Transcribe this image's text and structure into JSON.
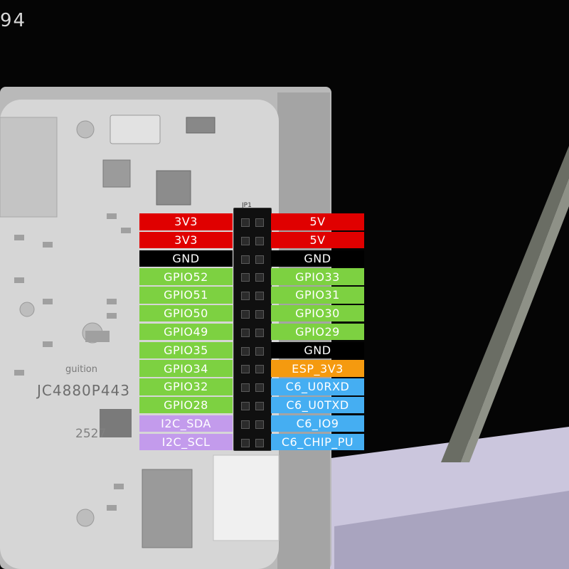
{
  "corner_text": "94",
  "board": {
    "brand": "guition",
    "model": "JC4880P443",
    "stamp": "2527"
  },
  "header": {
    "name": "JP1"
  },
  "colors": {
    "power": "#e00000",
    "ground": "#000000",
    "gpio": "#7dd141",
    "i2c": "#c39bec",
    "esp": "#f59a0f",
    "c6": "#45aef2"
  },
  "left_pins": [
    {
      "label": "3V3",
      "type": "power"
    },
    {
      "label": "3V3",
      "type": "power"
    },
    {
      "label": "GND",
      "type": "ground"
    },
    {
      "label": "GPIO52",
      "type": "gpio"
    },
    {
      "label": "GPIO51",
      "type": "gpio"
    },
    {
      "label": "GPIO50",
      "type": "gpio"
    },
    {
      "label": "GPIO49",
      "type": "gpio"
    },
    {
      "label": "GPIO35",
      "type": "gpio"
    },
    {
      "label": "GPIO34",
      "type": "gpio"
    },
    {
      "label": "GPIO32",
      "type": "gpio"
    },
    {
      "label": "GPIO28",
      "type": "gpio"
    },
    {
      "label": "I2C_SDA",
      "type": "i2c"
    },
    {
      "label": "I2C_SCL",
      "type": "i2c"
    }
  ],
  "right_pins": [
    {
      "label": "5V",
      "type": "power"
    },
    {
      "label": "5V",
      "type": "power"
    },
    {
      "label": "GND",
      "type": "ground"
    },
    {
      "label": "GPIO33",
      "type": "gpio"
    },
    {
      "label": "GPIO31",
      "type": "gpio"
    },
    {
      "label": "GPIO30",
      "type": "gpio"
    },
    {
      "label": "GPIO29",
      "type": "gpio"
    },
    {
      "label": "GND",
      "type": "ground"
    },
    {
      "label": "ESP_3V3",
      "type": "esp"
    },
    {
      "label": "C6_U0RXD",
      "type": "c6"
    },
    {
      "label": "C6_U0TXD",
      "type": "c6"
    },
    {
      "label": "C6_IO9",
      "type": "c6"
    },
    {
      "label": "C6_CHIP_PU",
      "type": "c6"
    }
  ]
}
